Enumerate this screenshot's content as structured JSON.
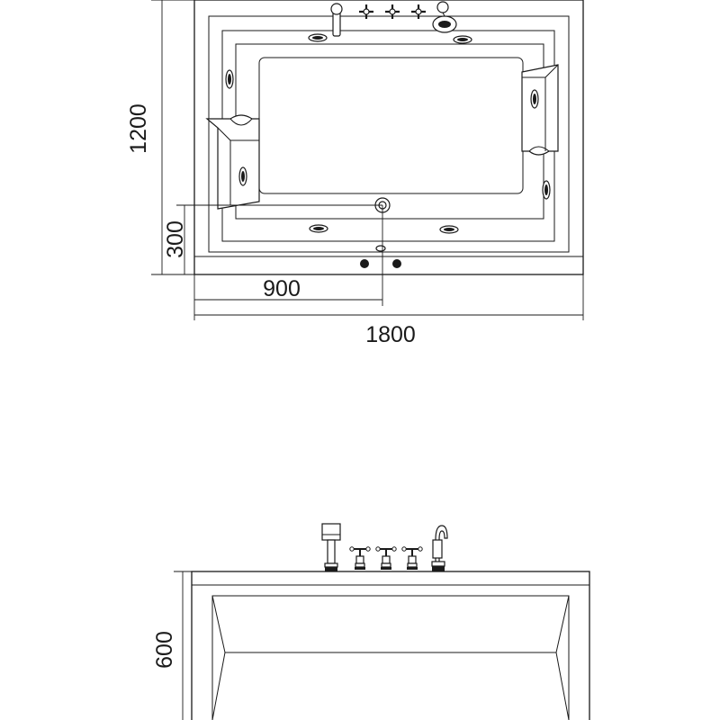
{
  "dimensions": {
    "total_length": "1800",
    "half_length": "900",
    "total_width": "1200",
    "drain_offset": "300",
    "height": "600"
  },
  "plan_view": {
    "faucet_handle_count": 3,
    "icons": [
      "faucet-spout-icon",
      "faucet-handle-icon",
      "hand-shower-icon",
      "jet-nozzle-icon",
      "drain-icon",
      "headrest-icon",
      "control-button-icon"
    ]
  },
  "elevation_view": {
    "faucet_handle_count": 3,
    "icons": [
      "hand-shower-icon",
      "faucet-handle-icon",
      "faucet-spout-icon"
    ]
  }
}
